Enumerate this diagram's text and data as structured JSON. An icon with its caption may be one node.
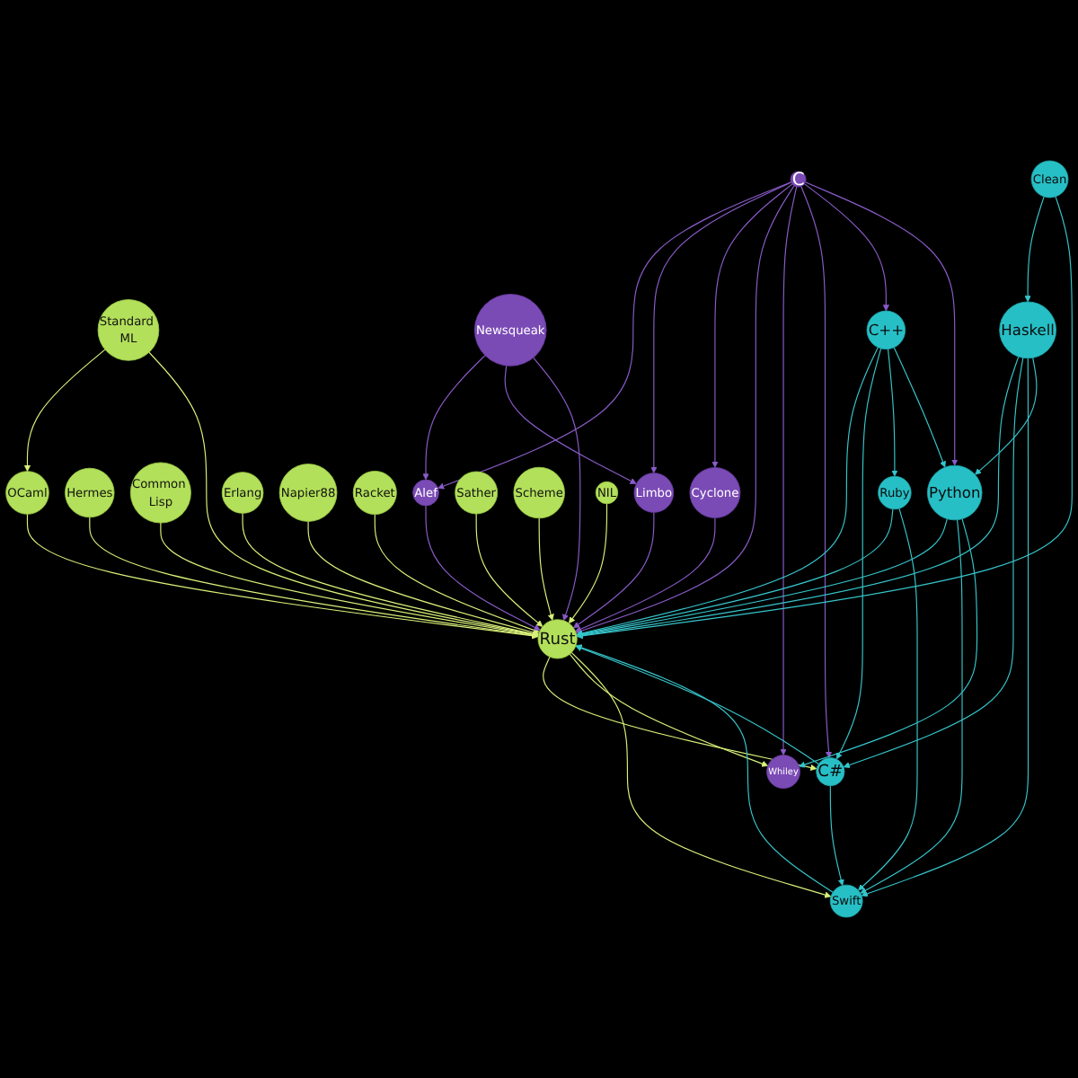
{
  "diagram": {
    "nodes": [
      {
        "text": [
          "OCaml"
        ]
      },
      {
        "text": [
          "Standard ML"
        ]
      },
      {
        "text": [
          "Hermes"
        ]
      },
      {
        "text": [
          "Common Lisp"
        ]
      },
      {
        "text": [
          "Newsqueak"
        ]
      },
      {
        "text": [
          "Alef"
        ]
      },
      {
        "text": [
          "Erlang"
        ]
      },
      {
        "text": [
          "Napier88"
        ]
      },
      {
        "text": [
          "Racket"
        ]
      },
      {
        "text": [
          "Limbo"
        ]
      },
      {
        "text": [
          "Sather"
        ]
      },
      {
        "text": [
          "Rust"
        ]
      },
      {
        "text": [
          "Scheme"
        ]
      },
      {
        "text": [
          "Cyclone"
        ]
      },
      {
        "text": [
          "C"
        ]
      },
      {
        "text": [
          "Clean"
        ]
      },
      {
        "text": [
          "NIL"
        ]
      },
      {
        "text": [
          "Whiley"
        ]
      },
      {
        "text": [
          "C#"
        ]
      },
      {
        "text": [
          "Haskell"
        ]
      },
      {
        "text": [
          "C++"
        ]
      },
      {
        "text": [
          "Swift"
        ]
      },
      {
        "text": [
          "Ruby"
        ]
      },
      {
        "text": [
          "Python"
        ]
      }
    ],
    "edges": [
      {
        "from": 1,
        "to": 0,
        "arrow": "to",
        "color": "#d9f27a"
      },
      {
        "from": 0,
        "to": 11,
        "arrow": "to",
        "color": "#d9f27a"
      },
      {
        "from": 1,
        "to": 11,
        "arrow": "to",
        "color": "#d9f27a"
      },
      {
        "from": 2,
        "to": 11,
        "arrow": "to",
        "color": "#d9f27a"
      },
      {
        "from": 3,
        "to": 11,
        "arrow": "to",
        "color": "#d9f27a"
      },
      {
        "from": 6,
        "to": 11,
        "arrow": "to",
        "color": "#d9f27a"
      },
      {
        "from": 7,
        "to": 11,
        "arrow": "to",
        "color": "#d9f27a"
      },
      {
        "from": 8,
        "to": 11,
        "arrow": "to",
        "color": "#d9f27a"
      },
      {
        "from": 10,
        "to": 11,
        "arrow": "to",
        "color": "#d9f27a"
      },
      {
        "from": 12,
        "to": 11,
        "arrow": "to",
        "color": "#d9f27a"
      },
      {
        "from": 16,
        "to": 11,
        "arrow": "to",
        "color": "#d9f27a"
      },
      {
        "from": 11,
        "to": 18,
        "arrow": "to",
        "color": "#d9f27a"
      },
      {
        "from": 11,
        "to": 17,
        "arrow": "to",
        "color": "#d9f27a"
      },
      {
        "from": 11,
        "to": 21,
        "arrow": "to",
        "color": "#d9f27a"
      },
      {
        "from": 4,
        "to": 5,
        "arrow": "to",
        "color": "#8a5cc9"
      },
      {
        "from": 4,
        "to": 9,
        "arrow": "to",
        "color": "#8a5cc9"
      },
      {
        "from": 4,
        "to": 11,
        "arrow": "to",
        "color": "#8a5cc9"
      },
      {
        "from": 5,
        "to": 11,
        "arrow": "to",
        "color": "#8a5cc9"
      },
      {
        "from": 9,
        "to": 11,
        "arrow": "to",
        "color": "#8a5cc9"
      },
      {
        "from": 13,
        "to": 11,
        "arrow": "to",
        "color": "#8a5cc9"
      },
      {
        "from": 14,
        "to": 5,
        "arrow": "to",
        "color": "#8a5cc9"
      },
      {
        "from": 14,
        "to": 9,
        "arrow": "to",
        "color": "#8a5cc9"
      },
      {
        "from": 14,
        "to": 13,
        "arrow": "to",
        "color": "#8a5cc9"
      },
      {
        "from": 14,
        "to": 11,
        "arrow": "to",
        "color": "#8a5cc9"
      },
      {
        "from": 14,
        "to": 17,
        "arrow": "to",
        "color": "#8a5cc9"
      },
      {
        "from": 14,
        "to": 18,
        "arrow": "to",
        "color": "#8a5cc9"
      },
      {
        "from": 14,
        "to": 20,
        "arrow": "to",
        "color": "#8a5cc9"
      },
      {
        "from": 14,
        "to": 23,
        "arrow": "to",
        "color": "#8a5cc9"
      },
      {
        "from": 15,
        "to": 19,
        "arrow": "to",
        "color": "#36c6cc"
      },
      {
        "from": 15,
        "to": 11,
        "arrow": "to",
        "color": "#36c6cc"
      },
      {
        "from": 19,
        "to": 11,
        "arrow": "to",
        "color": "#36c6cc"
      },
      {
        "from": 19,
        "to": 18,
        "arrow": "to",
        "color": "#36c6cc"
      },
      {
        "from": 19,
        "to": 21,
        "arrow": "to",
        "color": "#36c6cc"
      },
      {
        "from": 19,
        "to": 23,
        "arrow": "to",
        "color": "#36c6cc"
      },
      {
        "from": 21,
        "to": 11,
        "arrow": "to",
        "color": "#36c6cc"
      },
      {
        "from": 18,
        "to": 11,
        "arrow": "to",
        "color": "#36c6cc"
      },
      {
        "from": 18,
        "to": 21,
        "arrow": "to",
        "color": "#36c6cc"
      },
      {
        "from": 23,
        "to": 11,
        "arrow": "to",
        "color": "#36c6cc"
      },
      {
        "from": 23,
        "to": 21,
        "arrow": "to",
        "color": "#36c6cc"
      },
      {
        "from": 23,
        "to": 17,
        "arrow": "to",
        "color": "#36c6cc"
      },
      {
        "from": 22,
        "to": 11,
        "arrow": "to",
        "color": "#36c6cc"
      },
      {
        "from": 22,
        "to": 21,
        "arrow": "to",
        "color": "#36c6cc"
      },
      {
        "from": 20,
        "to": 11,
        "arrow": "to",
        "color": "#36c6cc"
      },
      {
        "from": 20,
        "to": 18,
        "arrow": "to",
        "color": "#36c6cc"
      },
      {
        "from": 20,
        "to": 22,
        "arrow": "to",
        "color": "#36c6cc"
      },
      {
        "from": 20,
        "to": 23,
        "arrow": "to",
        "color": "#36c6cc"
      }
    ]
  }
}
